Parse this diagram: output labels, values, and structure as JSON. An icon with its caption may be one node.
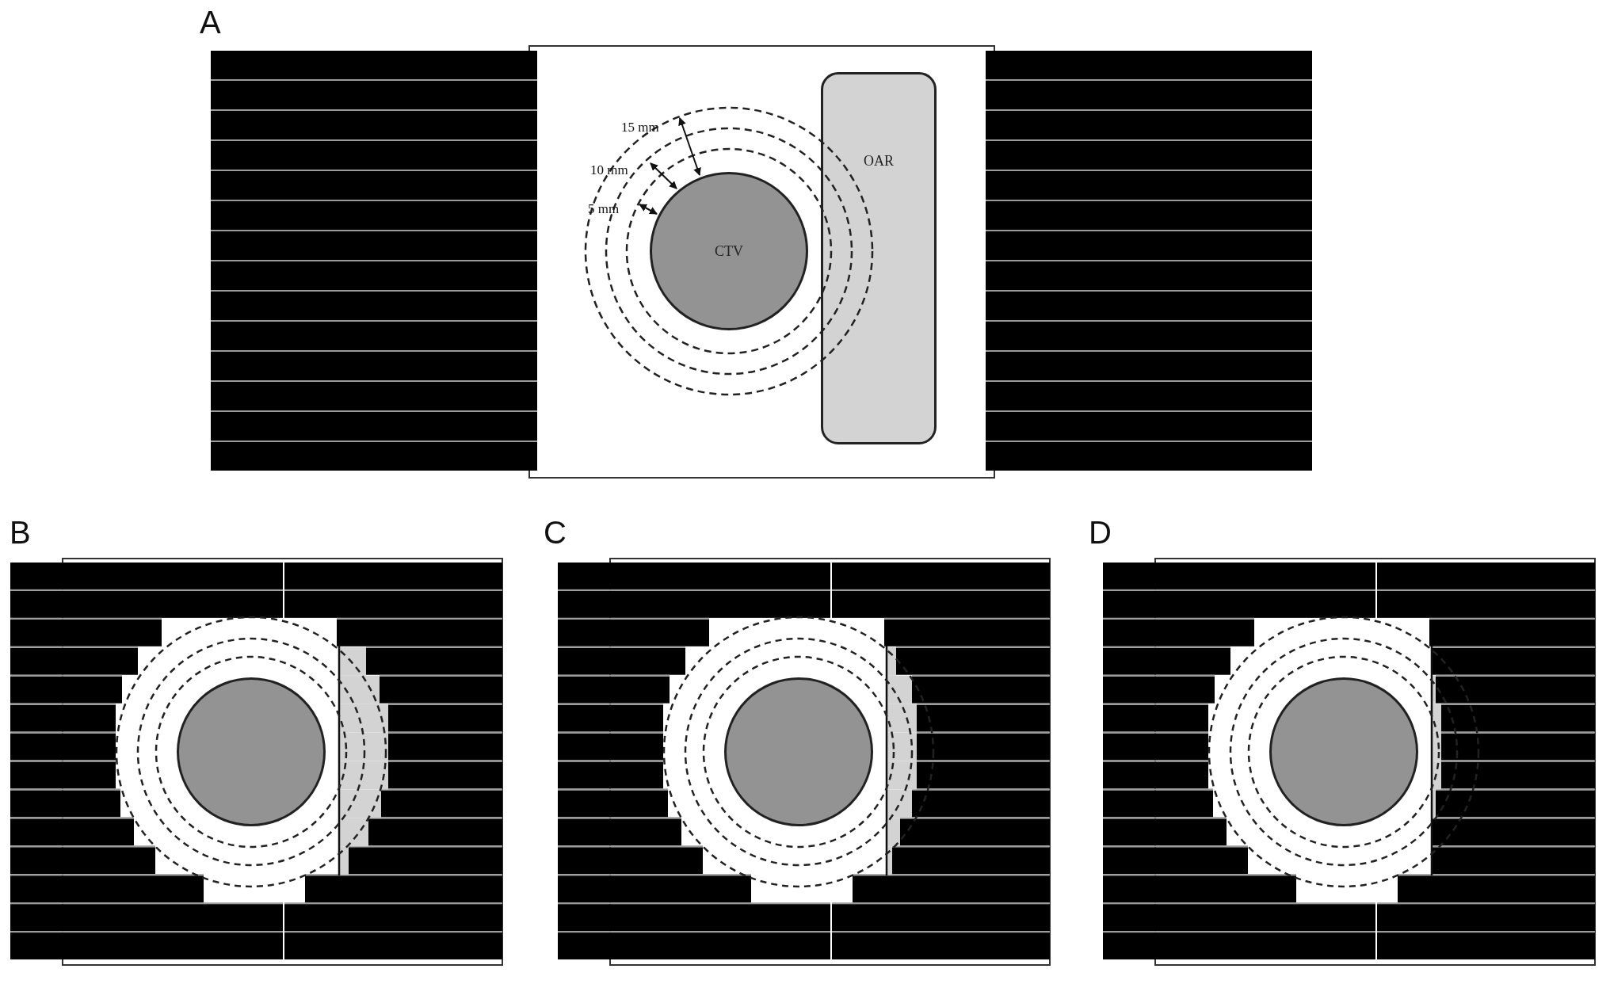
{
  "diagram": {
    "nodes": [
      {
        "text": [
          "CTV"
        ]
      },
      {
        "text": [
          "OAR"
        ]
      },
      {
        "text": [],
        "shape": "circle"
      },
      {
        "text": [],
        "shape": "circle"
      },
      {
        "text": [],
        "shape": "circle"
      }
    ],
    "labels": [
      "A",
      "15 mm",
      "10 mm",
      "5 mm",
      "B",
      "C",
      "D"
    ]
  }
}
